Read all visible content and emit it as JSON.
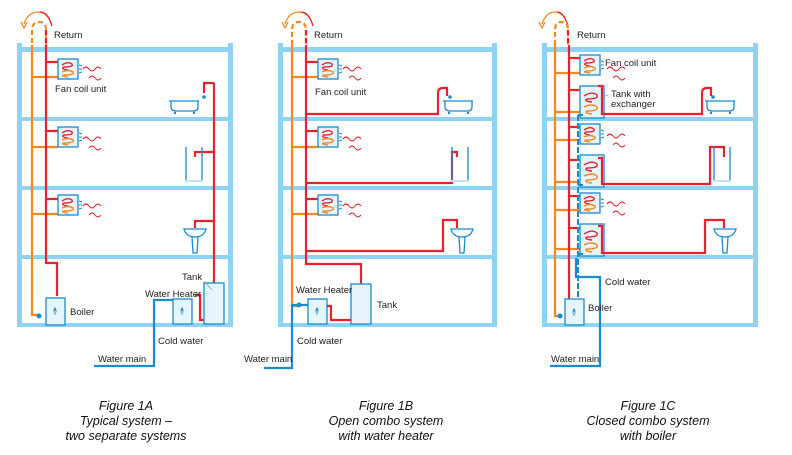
{
  "colors": {
    "supply_hot": "#e8212f",
    "return": "#f4891f",
    "cold_water": "#1a8ad1",
    "structure": "#8fd3f4",
    "unit_fill": "#e6f5fc"
  },
  "figures": [
    {
      "id": "1A",
      "labels": {
        "return": "Return",
        "fan_coil_unit": "Fan coil unit",
        "tank": "Tank",
        "water_heater": "Water Heater",
        "boiler": "Boiler",
        "cold_water": "Cold water",
        "water_main": "Water main"
      },
      "caption": [
        "Figure 1A",
        "Typical system –",
        "two separate systems"
      ]
    },
    {
      "id": "1B",
      "labels": {
        "return": "Return",
        "fan_coil_unit": "Fan coil unit",
        "water_heater": "Water Heater",
        "tank": "Tank",
        "cold_water": "Cold water",
        "water_main": "Water main"
      },
      "caption": [
        "Figure 1B",
        "Open combo system",
        "with water heater"
      ]
    },
    {
      "id": "1C",
      "labels": {
        "return": "Return",
        "fan_coil_unit": "Fan coil unit",
        "tank_with_exchanger_1": "Tank with",
        "tank_with_exchanger_2": "exchanger",
        "cold_water": "Cold water",
        "boiler": "Boiler",
        "water_main": "Water main"
      },
      "caption": [
        "Figure 1C",
        "Closed combo system",
        "with boiler"
      ]
    }
  ]
}
